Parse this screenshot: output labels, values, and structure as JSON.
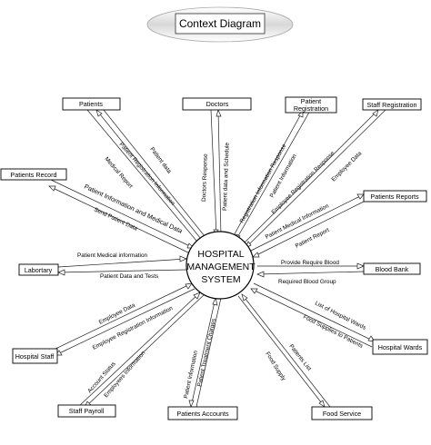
{
  "title": "Context Diagram",
  "center": {
    "lines": [
      "HOSPITAL",
      "MANAGEMENT",
      "SYSTEM"
    ]
  },
  "entities": [
    {
      "id": "patients",
      "lines": [
        "Patients"
      ]
    },
    {
      "id": "doctors",
      "lines": [
        "Doctors"
      ]
    },
    {
      "id": "patient-registration",
      "lines": [
        "Patient",
        "Registration"
      ]
    },
    {
      "id": "staff-registration",
      "lines": [
        "Staff Registration"
      ]
    },
    {
      "id": "patients-record",
      "lines": [
        "Patients Record"
      ]
    },
    {
      "id": "patients-reports",
      "lines": [
        "Patients Reports"
      ]
    },
    {
      "id": "laborary",
      "lines": [
        "Labortary"
      ]
    },
    {
      "id": "blood-bank",
      "lines": [
        "Blood Bank"
      ]
    },
    {
      "id": "hospital-staff",
      "lines": [
        "Hospital Staff"
      ]
    },
    {
      "id": "hospital-wards",
      "lines": [
        "Hospital Wards"
      ]
    },
    {
      "id": "staff-payroll",
      "lines": [
        "Staff Payroll"
      ]
    },
    {
      "id": "patients-accounts",
      "lines": [
        "Patients Accounts"
      ]
    },
    {
      "id": "food-service",
      "lines": [
        "Food Service"
      ]
    }
  ],
  "flows": [
    {
      "id": "medical-report",
      "label": "Medical Report"
    },
    {
      "id": "patient-registration-information",
      "label": "Patient Registration Information"
    },
    {
      "id": "patient-data",
      "label": "Patient data"
    },
    {
      "id": "doctors-response",
      "label": "Doctors Response"
    },
    {
      "id": "patient-data-and-schedule",
      "label": "Patient data and Schedule"
    },
    {
      "id": "registration-information-response",
      "label": "Registration Information Response"
    },
    {
      "id": "patient-information",
      "label": "Patient Information"
    },
    {
      "id": "employee-registration-response",
      "label": "Employee Registration Response"
    },
    {
      "id": "employee-data-top",
      "label": "Employee Data"
    },
    {
      "id": "patient-information-and-medical-data",
      "label": "Patient Information and Medical Data"
    },
    {
      "id": "send-patient-data",
      "label": "Send Patient Data"
    },
    {
      "id": "patient-medical-information-reports",
      "label": "Patient Medical Information"
    },
    {
      "id": "patient-report",
      "label": "Patient Report"
    },
    {
      "id": "patient-medical-information-lab",
      "label": "Patient Medical information"
    },
    {
      "id": "patient-data-and-tests",
      "label": "Patient Data and Tests"
    },
    {
      "id": "provide-require-blood",
      "label": "Provide Require Blood"
    },
    {
      "id": "required-blood-group",
      "label": "Required Blood Group"
    },
    {
      "id": "employee-data-staff",
      "label": "Employee Data"
    },
    {
      "id": "employee-registration-information",
      "label": "Employee Registration Information"
    },
    {
      "id": "list-of-hospital-wards",
      "label": "List of Hospital Wards"
    },
    {
      "id": "food-supplies-to-patients",
      "label": "Food Supplies to Patients"
    },
    {
      "id": "account-status",
      "label": "Account Status"
    },
    {
      "id": "employees-information",
      "label": "Employees Information"
    },
    {
      "id": "patient-information-accounts",
      "label": "Patient Information"
    },
    {
      "id": "patient-treatment-charges",
      "label": "Patient Treatment Charges"
    },
    {
      "id": "patients-list",
      "label": "Patients List"
    },
    {
      "id": "food-supply",
      "label": "Food Supply"
    }
  ]
}
